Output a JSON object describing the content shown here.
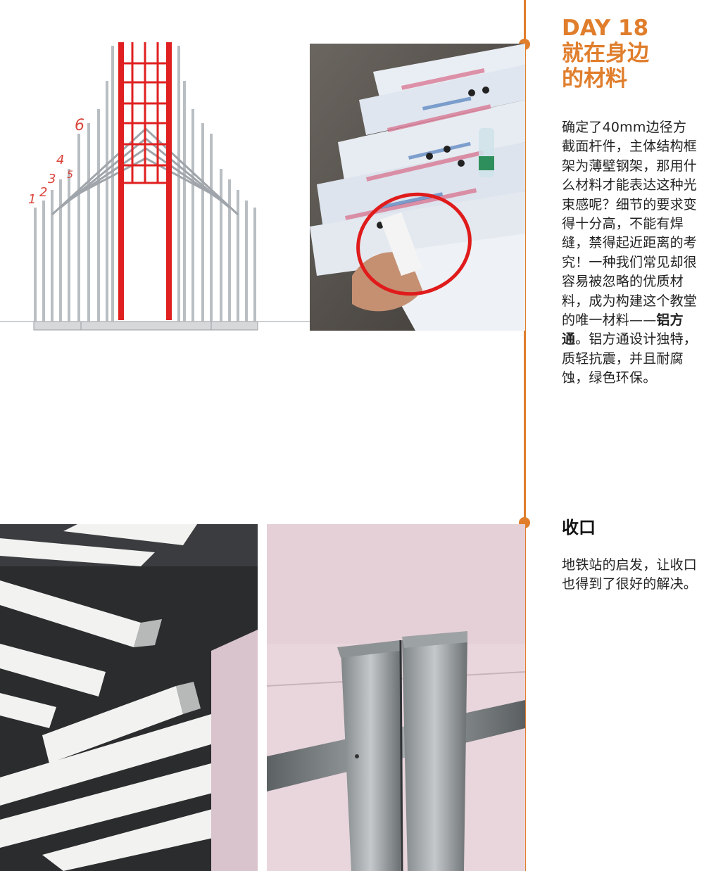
{
  "day": {
    "label": "DAY 18",
    "title_line1": "就在身边",
    "title_line2": "的材料",
    "body_pre": "确定了40mm边径方截面杆件，主体结构框架为薄壁钢架，那用什么材料才能表达这种光束感呢？细节的要求变得十分高，不能有焊缝，禁得起近距离的考究！一种我们常见却很容易被忽略的优质材料，成为构建这个教堂的唯一材料——",
    "body_bold": "铝方通",
    "body_post": "。铝方通设计独特，质轻抗震，并且耐腐蚀，绿色环保。"
  },
  "closing": {
    "heading": "收口",
    "body": "地铁站的启发，让收口也得到了很好的解决。"
  },
  "diagram": {
    "annotations": [
      "1",
      "2",
      "3",
      "4",
      "5",
      "6"
    ]
  },
  "colors": {
    "accent": "#e07e2c",
    "frame_red": "#e02020",
    "rod_gray": "#c8ccd0"
  }
}
